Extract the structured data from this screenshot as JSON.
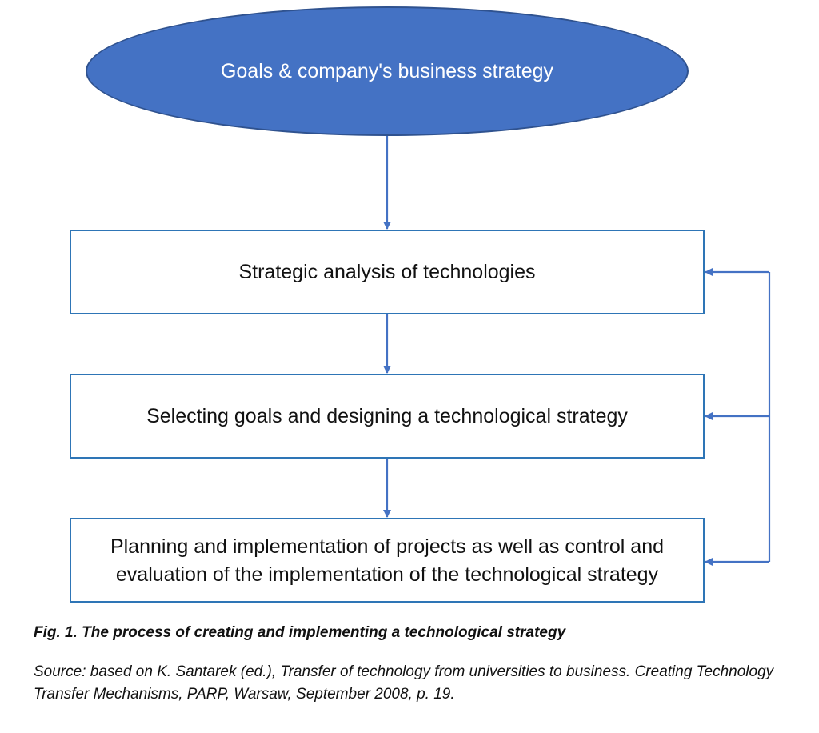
{
  "diagram": {
    "nodes": {
      "goals": "Goals & company's business strategy",
      "analysis": "Strategic analysis of technologies",
      "selecting": "Selecting goals and designing a technological strategy",
      "planning": "Planning and implementation of projects as well as control and evaluation of the implementation of the technological strategy"
    },
    "colors": {
      "ellipse_fill": "#4472c4",
      "ellipse_border": "#2f528f",
      "box_border": "#2e75b6",
      "arrow": "#4472c4"
    }
  },
  "figure": {
    "caption": "Fig. 1. The process of creating and implementing a technological strategy",
    "source": "Source: based on K. Santarek (ed.), Transfer of technology from universities to business. Creating Technology Transfer Mechanisms, PARP, Warsaw, September 2008, p. 19."
  }
}
